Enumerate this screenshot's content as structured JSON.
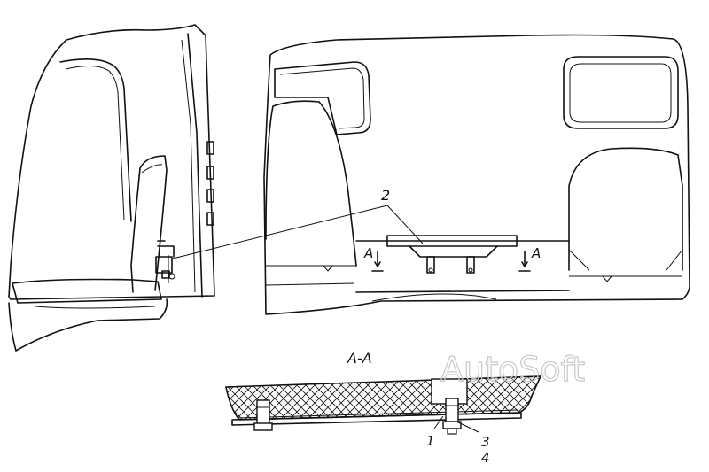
{
  "callouts": {
    "c2": "2",
    "c1": "1",
    "c3": "3",
    "c4": "4"
  },
  "section": {
    "marker_left": "A",
    "marker_right": "A",
    "title": "A-A"
  },
  "watermark": "AutoSoft",
  "colors": {
    "line": "#111111",
    "watermark": "#c8c8c8",
    "background": "#ffffff"
  }
}
